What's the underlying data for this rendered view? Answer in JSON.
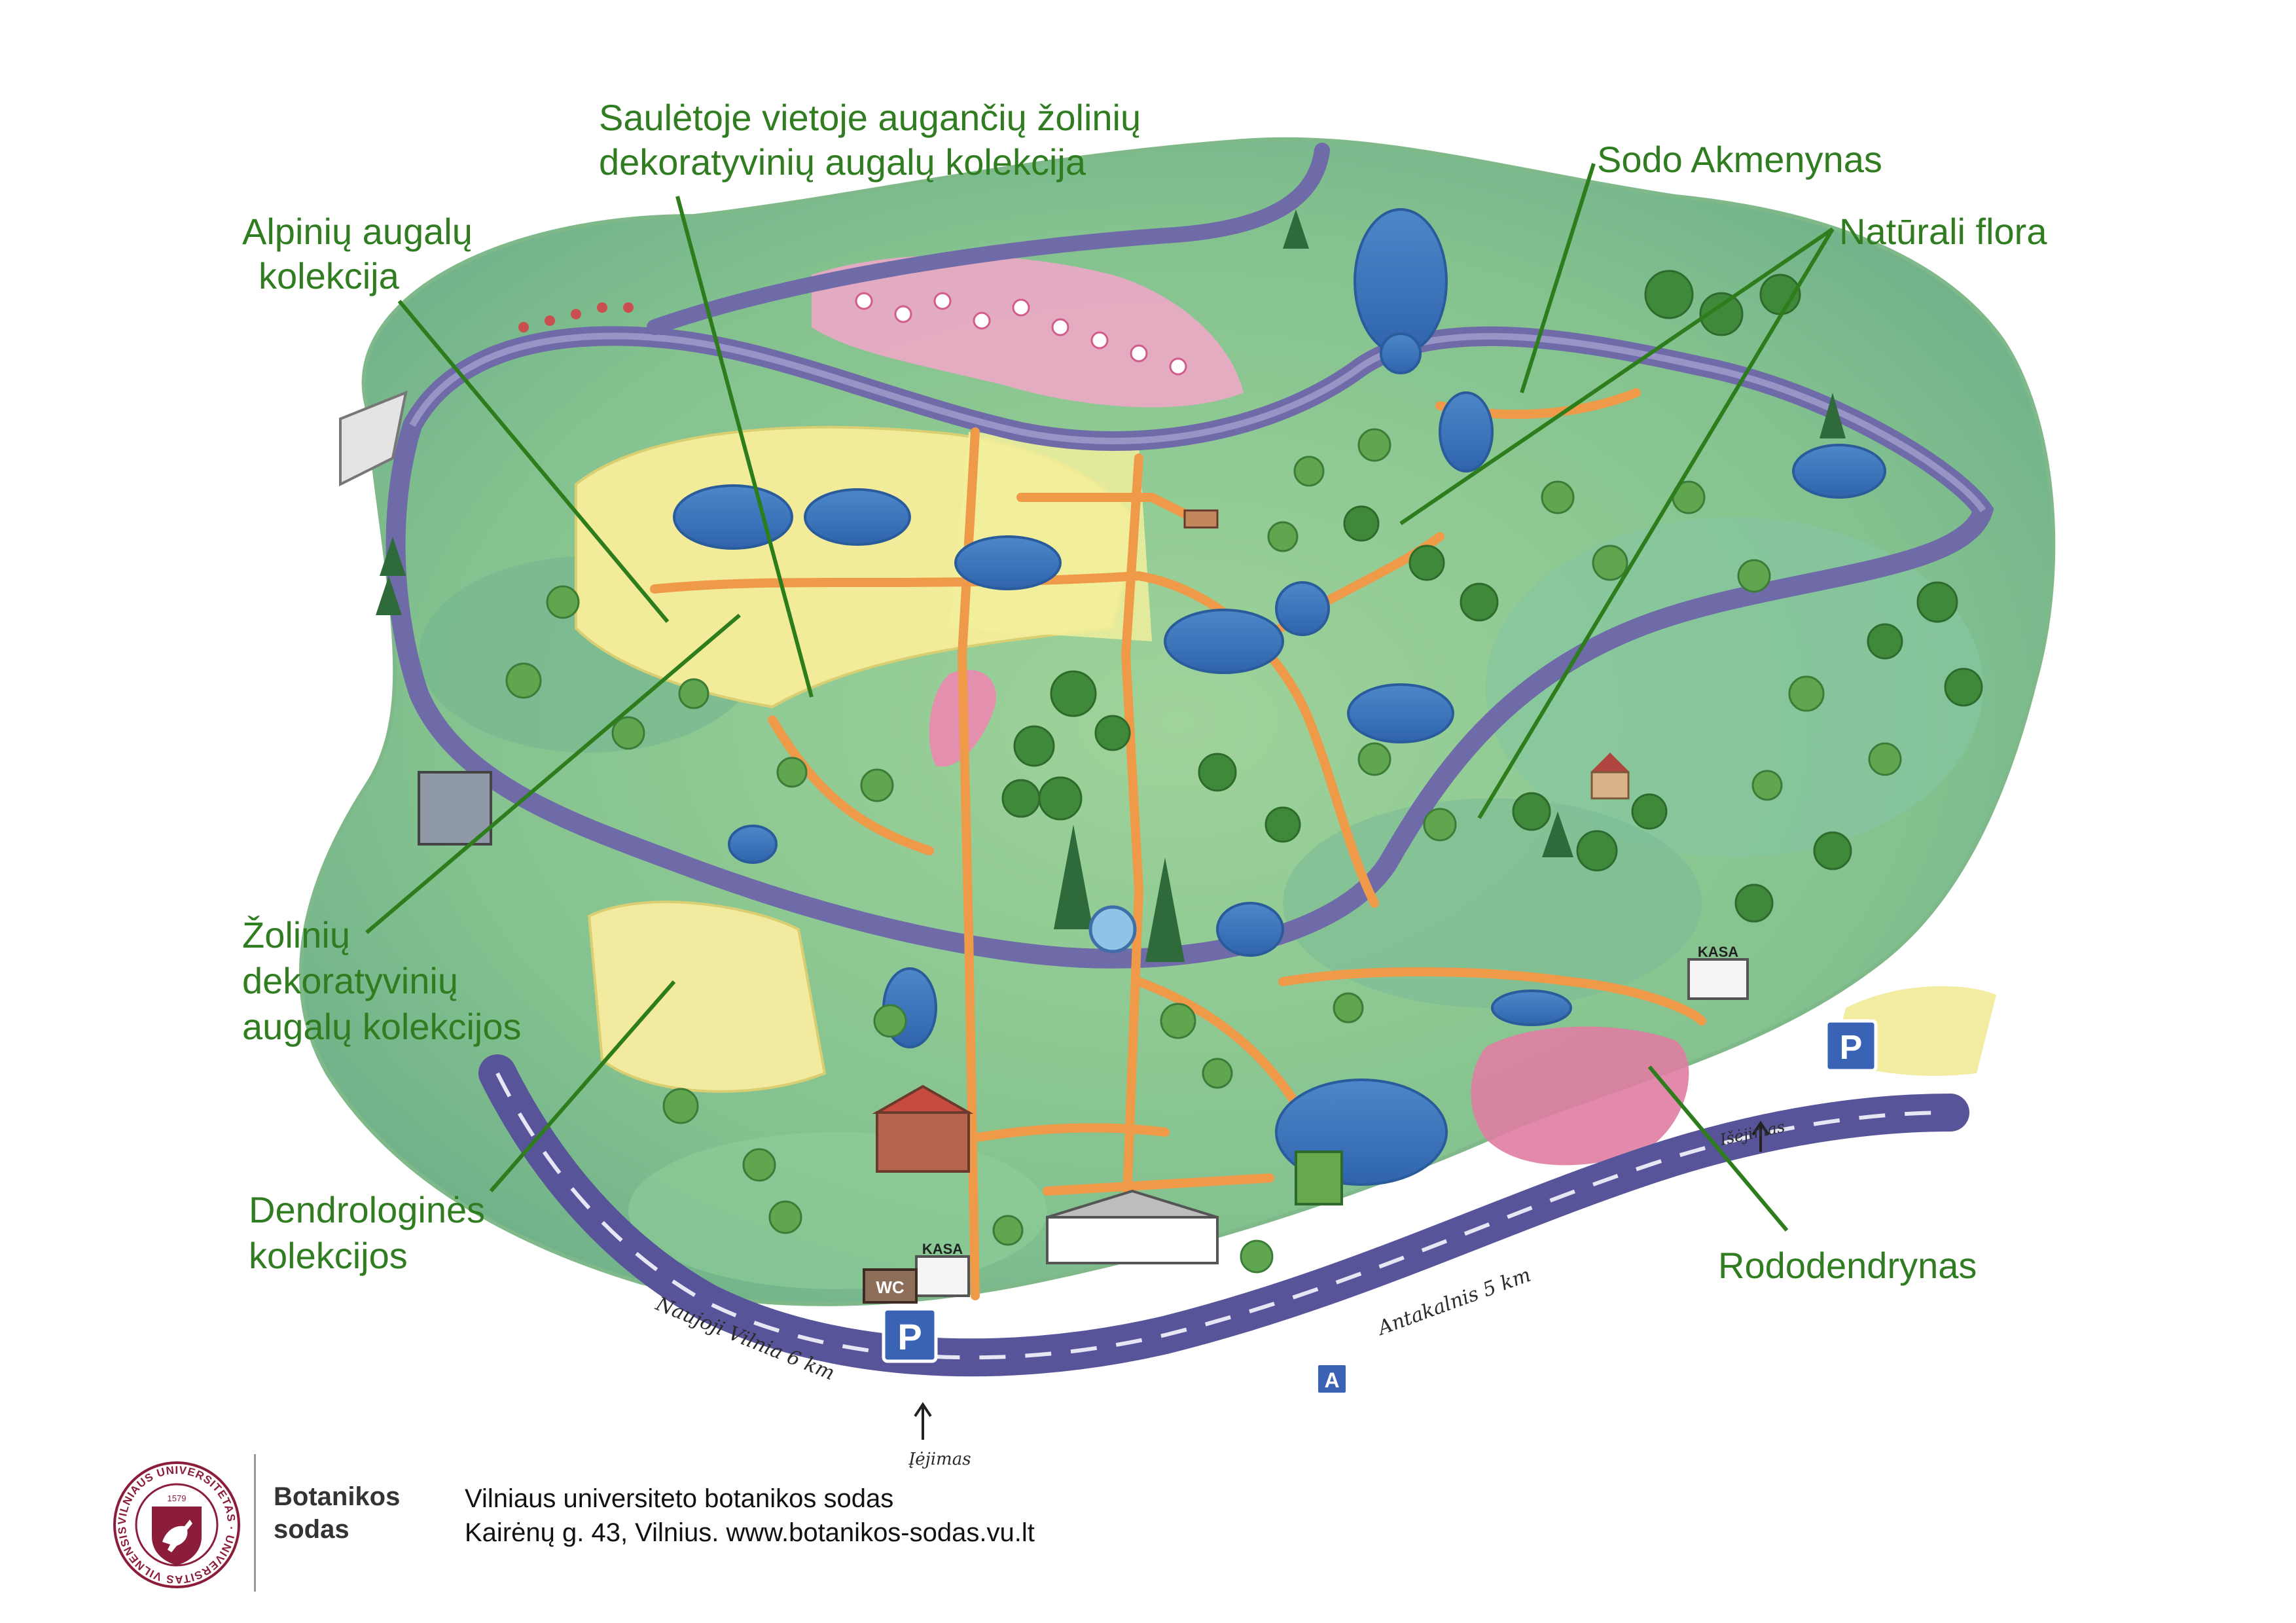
{
  "labels": {
    "sun_collection_line1": "Saulėtoje vietoje augančių žolinių",
    "sun_collection_line2": "dekoratyvinių augalų kolekcija",
    "alpine_line1": "Alpinių augalų",
    "alpine_line2": "kolekcija",
    "rockery": "Sodo Akmenynas",
    "natural_flora": "Natūrali flora",
    "herbaceous_line1": "Žolinių",
    "herbaceous_line2": "dekoratyvinių",
    "herbaceous_line3": "augalų kolekcijos",
    "dendro_line1": "Dendrologinės",
    "dendro_line2": "kolekcijos",
    "rhodo": "Rododendrynas"
  },
  "map_text": {
    "kasa_top": "KASA",
    "kasa_bottom": "KASA",
    "wc": "WC",
    "parking_symbol": "P",
    "bus_symbol": "A",
    "road_left": "Naujoji Vilnia 6 km",
    "road_right": "Antakalnis 5 km",
    "entrance": "Įėjimas",
    "exit": "Išėjimas"
  },
  "footer": {
    "logo_ring_text": "VILNIAUS UNIVERSITETAS · UNIVERSITAS VILNENSIS",
    "logo_year": "1579",
    "brand_line1": "Botanikos",
    "brand_line2": "sodas",
    "org_name": "Vilniaus universiteto botanikos sodas",
    "address": "Kairėnų g. 43, Vilnius. www.botanikos-sodas.vu.lt"
  },
  "colors": {
    "label_green": "#2f7d20",
    "leader_line": "#2e7d1c",
    "road_purple": "#6f6aa8",
    "brand_maroon": "#8c1d3a"
  }
}
